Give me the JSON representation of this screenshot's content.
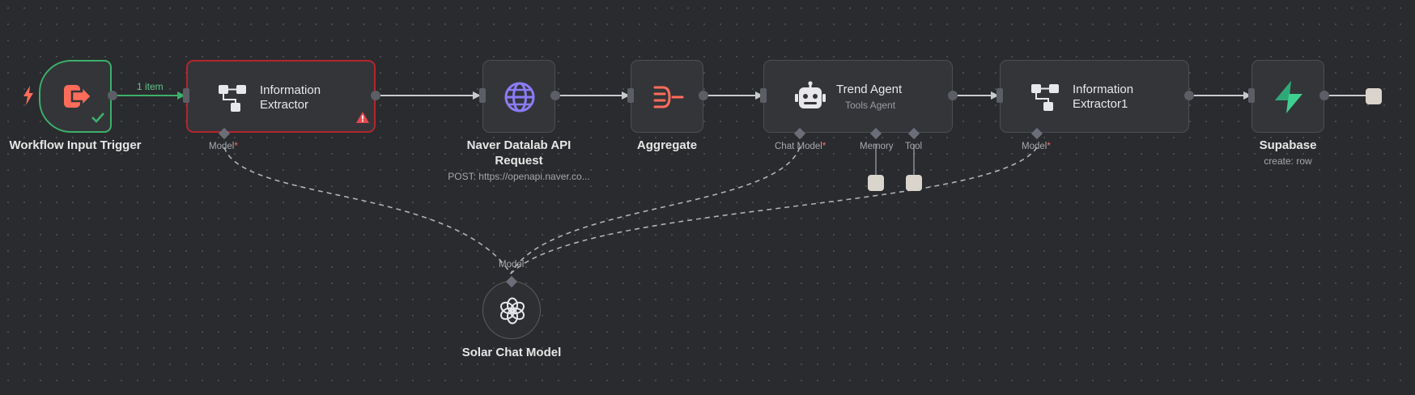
{
  "canvas": {
    "background": "#2a2b2e"
  },
  "edge_labels": {
    "trigger_to_extractor": "1 item"
  },
  "nodes": {
    "trigger": {
      "label": "Workflow Input Trigger",
      "status": "success",
      "accent": "#ff6d5a"
    },
    "extractor": {
      "line1": "Information",
      "line2": "Extractor",
      "status": "error",
      "port_label": "Model"
    },
    "naver": {
      "line1": "Naver Datalab API",
      "line2": "Request",
      "subtitle": "POST: https://openapi.naver.co...",
      "accent": "#8b7cf6"
    },
    "aggregate": {
      "label": "Aggregate",
      "accent": "#ff6d5a"
    },
    "agent": {
      "title": "Trend Agent",
      "subtitle": "Tools Agent",
      "ports": {
        "chat": "Chat Model",
        "memory": "Memory",
        "tool": "Tool"
      }
    },
    "extractor1": {
      "line1": "Information",
      "line2": "Extractor1",
      "port_label": "Model"
    },
    "supabase": {
      "label": "Supabase",
      "subtitle": "create: row",
      "accent": "#3ecf8e"
    },
    "solar": {
      "label": "Solar Chat Model",
      "port_label": "Model"
    }
  },
  "required_marker": "*"
}
